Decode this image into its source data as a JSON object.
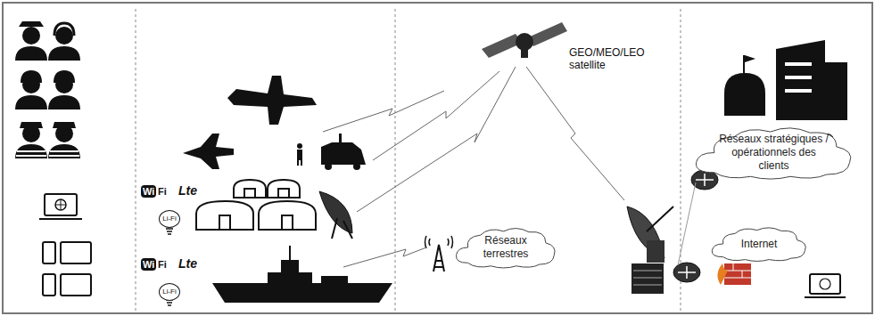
{
  "diagram": {
    "nodes": [
      {
        "text": [
          "Réseaux stratégiques / opérationnels des clients"
        ]
      },
      {
        "text": [
          "Internet"
        ]
      },
      {
        "text": [
          "Réseaux terrestres"
        ]
      }
    ],
    "labels": [
      "GEO/MEO/LEO satellite",
      "Wi",
      "Fi",
      "Lte",
      "Li-Fi",
      "Wi",
      "Fi",
      "Lte",
      "Li-Fi"
    ]
  }
}
